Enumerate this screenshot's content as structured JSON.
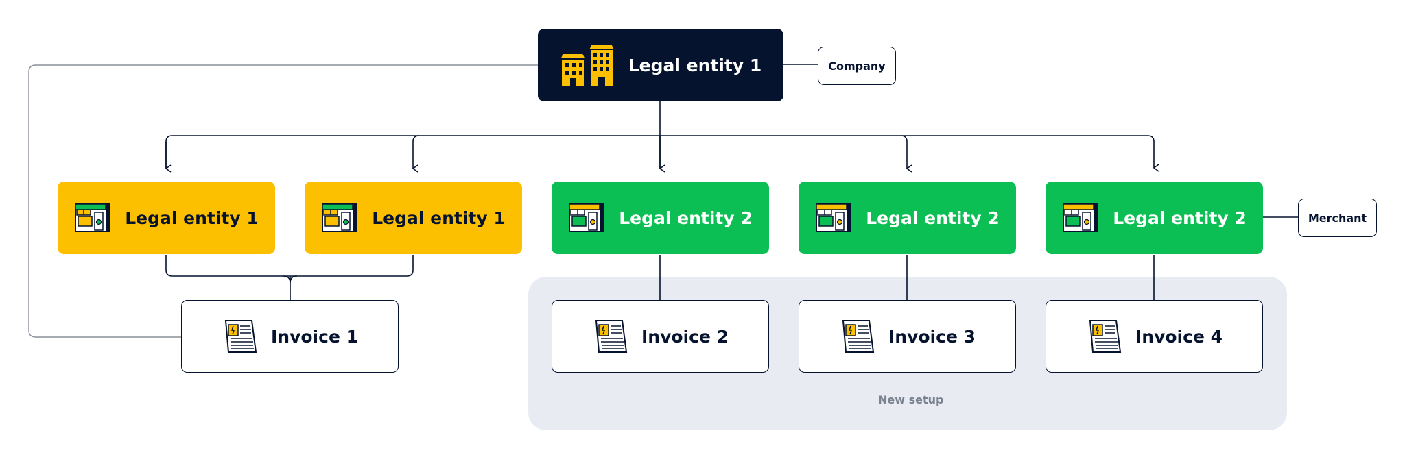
{
  "diagram": {
    "root": {
      "label": "Legal entity 1",
      "icon": "buildings-icon"
    },
    "company_tag": "Company",
    "merchant_tag": "Merchant",
    "entities": [
      {
        "label": "Legal entity 1",
        "color": "#fdc000",
        "icon": "store-icon"
      },
      {
        "label": "Legal entity 1",
        "color": "#fdc000",
        "icon": "store-icon"
      },
      {
        "label": "Legal entity 2",
        "color": "#0cbf54",
        "icon": "store-icon"
      },
      {
        "label": "Legal entity 2",
        "color": "#0cbf54",
        "icon": "store-icon"
      },
      {
        "label": "Legal entity 2",
        "color": "#0cbf54",
        "icon": "store-icon"
      }
    ],
    "invoices": [
      {
        "label": "Invoice 1",
        "icon": "invoice-icon"
      },
      {
        "label": "Invoice 2",
        "icon": "invoice-icon"
      },
      {
        "label": "Invoice 3",
        "icon": "invoice-icon"
      },
      {
        "label": "Invoice 4",
        "icon": "invoice-icon"
      }
    ],
    "new_setup_label": "New setup",
    "colors": {
      "navy": "#06132e",
      "yellow": "#fdc000",
      "green": "#0cbf54",
      "setup_bg": "#e8ebf2"
    }
  }
}
